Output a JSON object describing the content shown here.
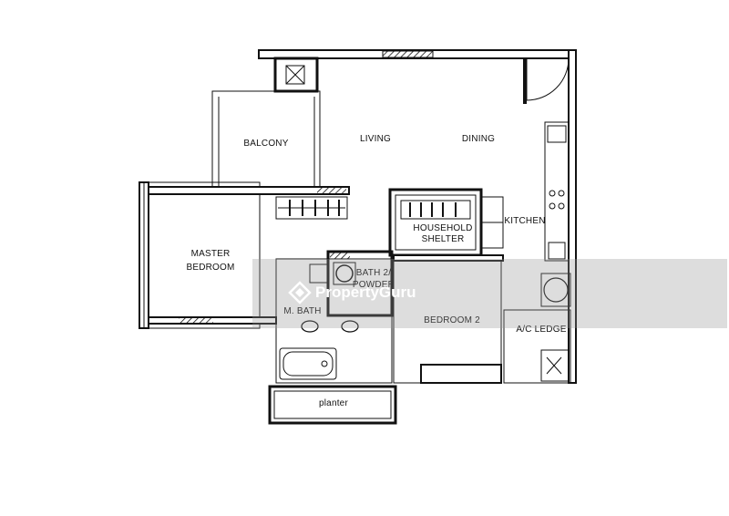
{
  "rooms": {
    "balcony": "BALCONY",
    "living": "LIVING",
    "dining": "DINING",
    "kitchen": "KITCHEN",
    "household_shelter_1": "HOUSEHOLD",
    "household_shelter_2": "SHELTER",
    "master_bedroom_1": "MASTER",
    "master_bedroom_2": "BEDROOM",
    "bath2_powder_1": "BATH 2/",
    "bath2_powder_2": "POWDER",
    "master_bath": "M. BATH",
    "bedroom2": "BEDROOM 2",
    "ac_ledge": "A/C LEDGE",
    "planter": "planter"
  },
  "watermark": {
    "brand": "PropertyGuru",
    "icon": "propertyguru-logo-icon"
  }
}
